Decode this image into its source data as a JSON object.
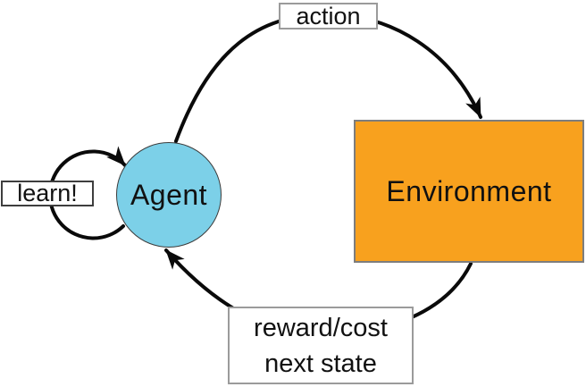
{
  "nodes": {
    "agent": {
      "label": "Agent",
      "fill": "#7CD0E8",
      "shape": "circle"
    },
    "environment": {
      "label": "Environment",
      "fill": "#F8A11E",
      "shape": "rectangle"
    }
  },
  "edges": {
    "action": {
      "label": "action",
      "from": "Agent",
      "to": "Environment"
    },
    "reward": {
      "lines": [
        "reward/cost",
        "next state"
      ],
      "from": "Environment",
      "to": "Agent"
    },
    "learn": {
      "label": "learn!",
      "from": "Agent",
      "to": "Agent"
    }
  },
  "colors": {
    "background": "#ffffff",
    "arrow": "#0a0a0a",
    "agent_fill": "#7CD0E8",
    "environment_fill": "#F8A11E",
    "label_border": "#9b9b9b"
  }
}
